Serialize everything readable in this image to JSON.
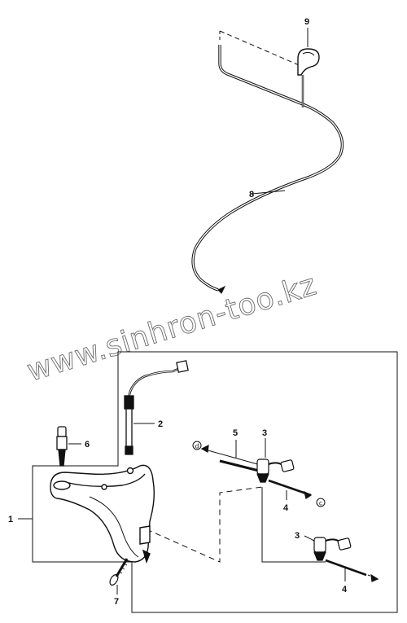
{
  "callouts": {
    "c1": "1",
    "c2": "2",
    "c3a": "3",
    "c3b": "3",
    "c4a": "4",
    "c4b": "4",
    "c5": "5",
    "c6": "6",
    "c7": "7",
    "c8": "8",
    "c9": "9"
  },
  "connection_marks": {
    "left": "d",
    "right": "c"
  },
  "watermark": "www.sinhron-too.kz",
  "colors": {
    "ink": "#111111",
    "watermark": "#6a6a6a",
    "background": "#ffffff"
  }
}
